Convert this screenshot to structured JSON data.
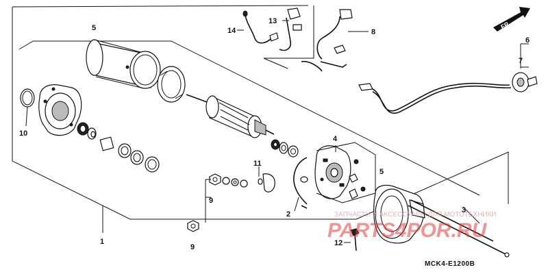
{
  "callouts": {
    "c1": "1",
    "c2": "2",
    "c3": "3",
    "c4": "4",
    "c5_top": "5",
    "c5_right": "5",
    "c6": "6",
    "c7": "7",
    "c8": "8",
    "c9_upper": "9",
    "c9_lower": "9",
    "c10": "10",
    "c11": "11",
    "c12": "12",
    "c13": "13",
    "c14": "14"
  },
  "direction_label": "FR.",
  "diagram_code": "MCK4-E1200B",
  "watermark": {
    "tagline": "ЗАПЧАСТИ И АКСЕССУАРЫ ДЛЯ МОТОТЕХНИКИ",
    "brand": "PARTS4POR.RU"
  },
  "colors": {
    "line": "#111111",
    "background": "#ffffff",
    "watermark_red": "#e23b3b"
  }
}
